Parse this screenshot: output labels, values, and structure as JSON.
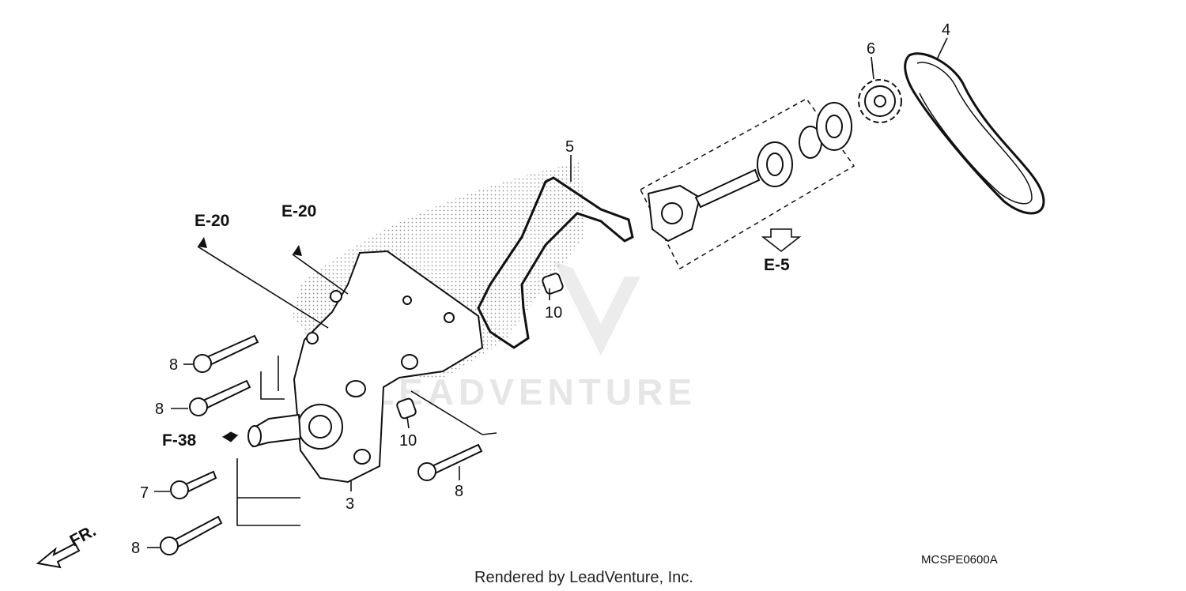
{
  "diagram": {
    "callouts": [
      "3",
      "4",
      "5",
      "6",
      "7",
      "8",
      "10"
    ],
    "references": {
      "e20_left": "E-20",
      "e20_right": "E-20",
      "e5": "E-5",
      "f38": "F-38",
      "front": "FR."
    },
    "diagram_code": "MCSPE0600A",
    "footer": "Rendered by LeadVenture, Inc.",
    "watermark": "LEADVENTURE"
  }
}
